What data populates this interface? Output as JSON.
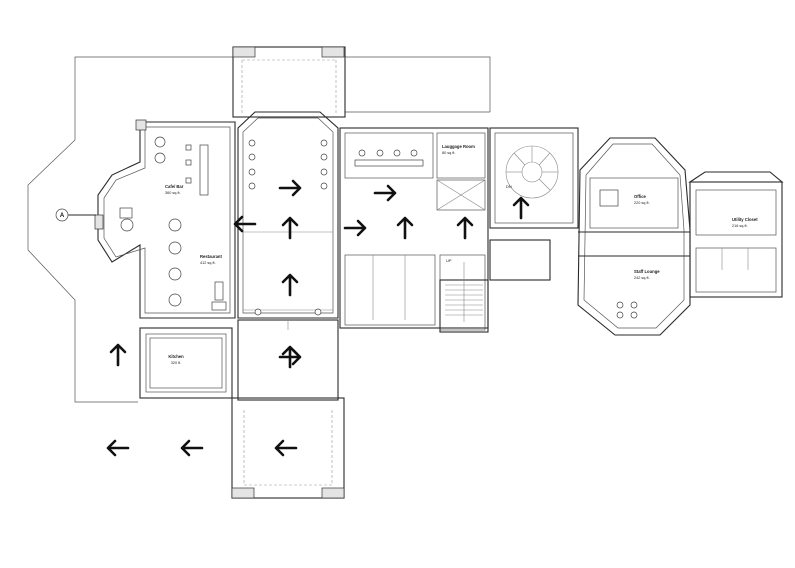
{
  "rooms": {
    "cafe_bar": {
      "name": "Cafe/ Bar",
      "area": "360 sq.ft."
    },
    "restaurant": {
      "name": "Restaurant",
      "area": "412 sq.ft."
    },
    "kitchen": {
      "name": "Kitchen",
      "area": "320 ft."
    },
    "luggage": {
      "name": "Lauggage Room",
      "area": "80 sq.ft."
    },
    "office": {
      "name": "Office",
      "area": "220 sq.ft."
    },
    "staff_lounge": {
      "name": "Staff Lounge",
      "area": "242 sq.ft."
    },
    "utility": {
      "name": "Utility Closet",
      "area": "216 sq.ft."
    }
  },
  "marker": "A",
  "stair_labels": {
    "up": "UP",
    "dn": "DN"
  },
  "arrows": [
    {
      "dir": "right"
    },
    {
      "dir": "left"
    },
    {
      "dir": "up"
    },
    {
      "dir": "up"
    },
    {
      "dir": "up"
    },
    {
      "dir": "right"
    },
    {
      "dir": "right"
    },
    {
      "dir": "up"
    },
    {
      "dir": "right"
    },
    {
      "dir": "up"
    },
    {
      "dir": "up"
    },
    {
      "dir": "up"
    },
    {
      "dir": "left"
    },
    {
      "dir": "left"
    },
    {
      "dir": "left"
    }
  ]
}
